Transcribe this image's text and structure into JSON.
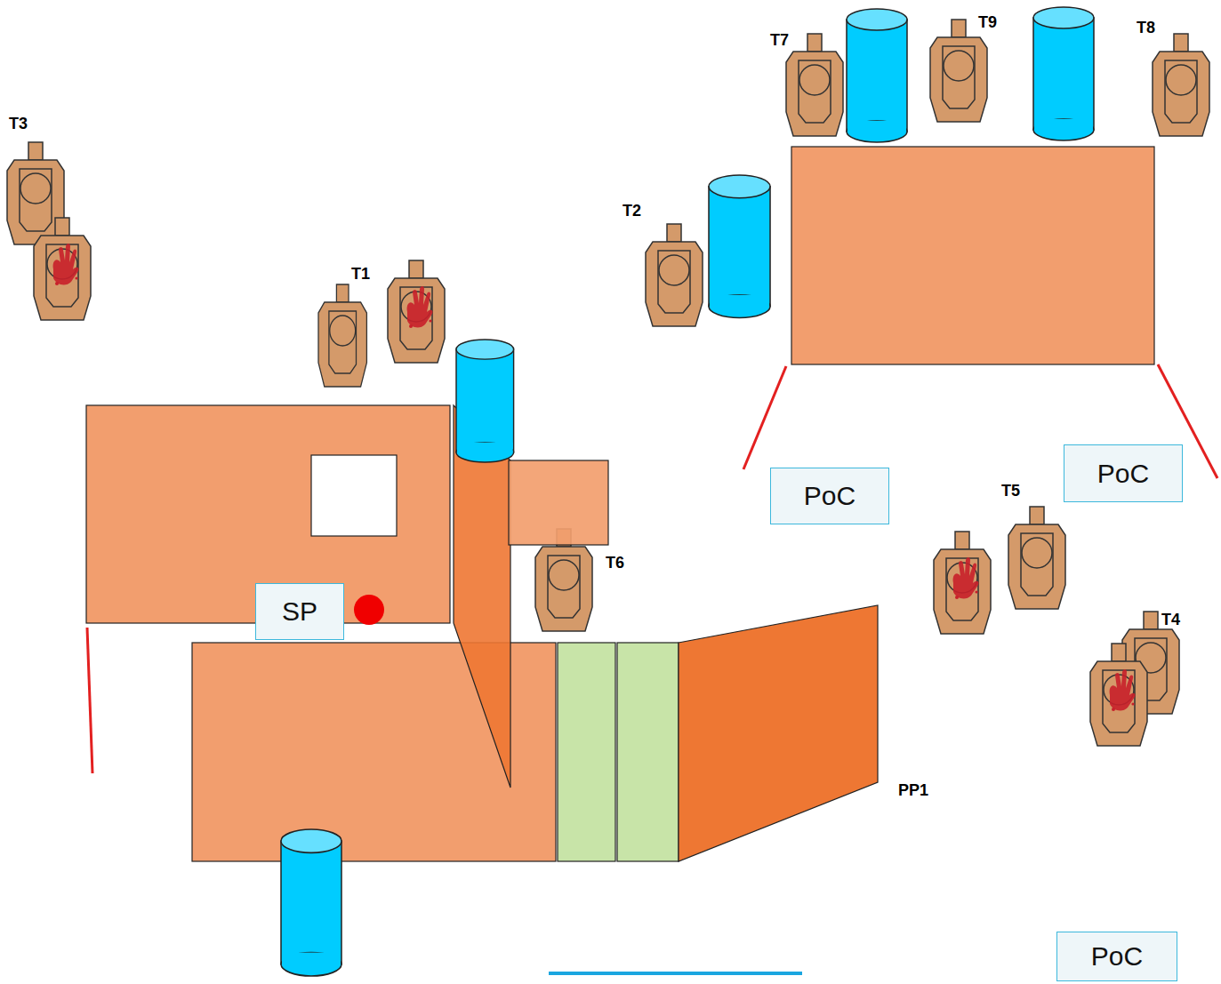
{
  "diagram": {
    "nodes": [
      {
        "text": [
          "PoC"
        ]
      },
      {
        "text": [
          "PoC"
        ]
      },
      {
        "text": [
          "SP"
        ]
      },
      {
        "text": [
          "PoC"
        ]
      }
    ],
    "labels": [
      "T7",
      "T9",
      "T8",
      "T3",
      "T2",
      "T1",
      "T5",
      "T6",
      "T4",
      "PP1"
    ]
  }
}
